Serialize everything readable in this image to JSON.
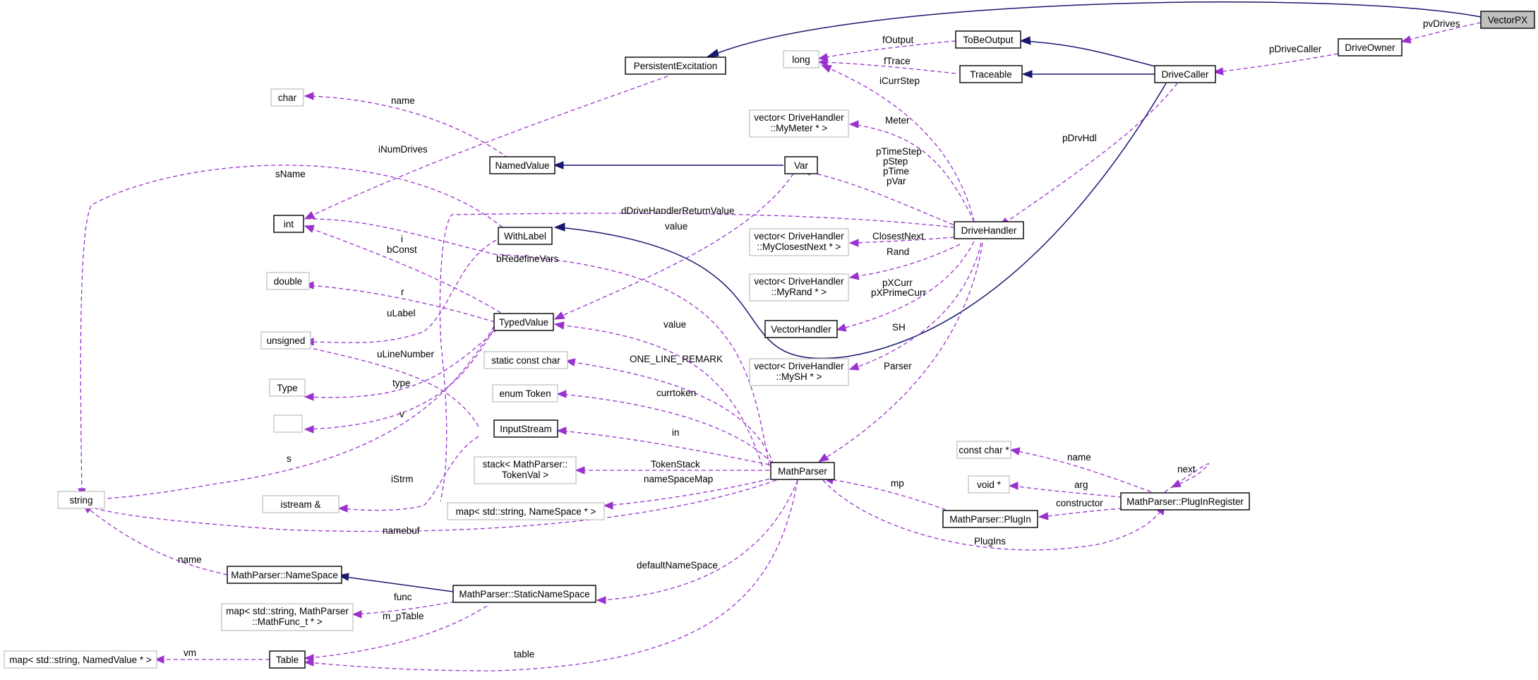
{
  "colors": {
    "inheritance_edge": "#191970",
    "member_edge": "#9a32cd",
    "root_node_fill": "#bfbfbf",
    "external_node_border": "#b8b8b8"
  },
  "nodes": {
    "VectorPX": "VectorPX",
    "DriveOwner": "DriveOwner",
    "DriveCaller": "DriveCaller",
    "ToBeOutput": "ToBeOutput",
    "Traceable": "Traceable",
    "PersistentExcitation": "PersistentExcitation",
    "long": "long",
    "char": "char",
    "vectorMyMeter": [
      "vector< DriveHandler",
      "::MyMeter * >"
    ],
    "NamedValue": "NamedValue",
    "Var": "Var",
    "int": "int",
    "WithLabel": "WithLabel",
    "DriveHandler": "DriveHandler",
    "vectorMyClosestNext": [
      "vector< DriveHandler",
      "::MyClosestNext * >"
    ],
    "double": "double",
    "vectorMyRand": [
      "vector< DriveHandler",
      "::MyRand * >"
    ],
    "TypedValue": "TypedValue",
    "unsigned": "unsigned",
    "VectorHandler": "VectorHandler",
    "staticConstChar": "static const char",
    "vectorMySH": [
      "vector< DriveHandler",
      "::MySH * >"
    ],
    "Type": "Type",
    "enumToken": "enum Token",
    "emptyType": "",
    "InputStream": "InputStream",
    "constCharPtr": "const char *",
    "stackTokenVal": [
      "stack< MathParser::",
      "TokenVal >"
    ],
    "MathParser": "MathParser",
    "voidPtr": "void *",
    "string": "string",
    "istreamRef": "istream &",
    "mapNameSpace": "map< std::string, NameSpace * >",
    "PlugIn": "MathParser::PlugIn",
    "PlugInRegister": "MathParser::PlugInRegister",
    "NameSpace": "MathParser::NameSpace",
    "StaticNameSpace": "MathParser::StaticNameSpace",
    "mapMathFunc": [
      "map< std::string, MathParser",
      "::MathFunc_t * >"
    ],
    "mapNamedValue": "map< std::string, NamedValue * >",
    "Table": "Table"
  },
  "edge_labels": {
    "pvDrives": "pvDrives",
    "pDriveCaller": "pDriveCaller",
    "fOutput": "fOutput",
    "fTrace": "fTrace",
    "iCurrStep": "iCurrStep",
    "name_char": "name",
    "iNumDrives": "iNumDrives",
    "Meter": "Meter",
    "pDrvHdl": "pDrvHdl",
    "pVars": [
      "pTimeStep",
      "pStep",
      "pTime",
      "pVar"
    ],
    "sName": "sName",
    "dDriveHandlerReturnValue": "dDriveHandlerReturnValue",
    "value_var": "value",
    "i_bConst": [
      "i",
      "bConst"
    ],
    "bRedefineVars": "bRedefineVars",
    "ClosestNext": "ClosestNext",
    "Rand": "Rand",
    "r": "r",
    "pXCurr": [
      "pXCurr",
      "pXPrimeCurr"
    ],
    "uLabel": "uLabel",
    "value_tv": "value",
    "SH": "SH",
    "uLineNumber": "uLineNumber",
    "ONE_LINE_REMARK": "ONE_LINE_REMARK",
    "Parser": "Parser",
    "type": "type",
    "currtoken": "currtoken",
    "v": "v",
    "in": "in",
    "next": "next",
    "s": "s",
    "TokenStack": "TokenStack",
    "name_pir": "name",
    "iStrm": "iStrm",
    "nameSpaceMap": "nameSpaceMap",
    "arg": "arg",
    "mp": "mp",
    "constructor": "constructor",
    "namebuf": "namebuf",
    "PlugIns": "PlugIns",
    "name_ns": "name",
    "defaultNameSpace": "defaultNameSpace",
    "func": "func",
    "m_pTable": "m_pTable",
    "vm": "vm",
    "table": "table"
  }
}
